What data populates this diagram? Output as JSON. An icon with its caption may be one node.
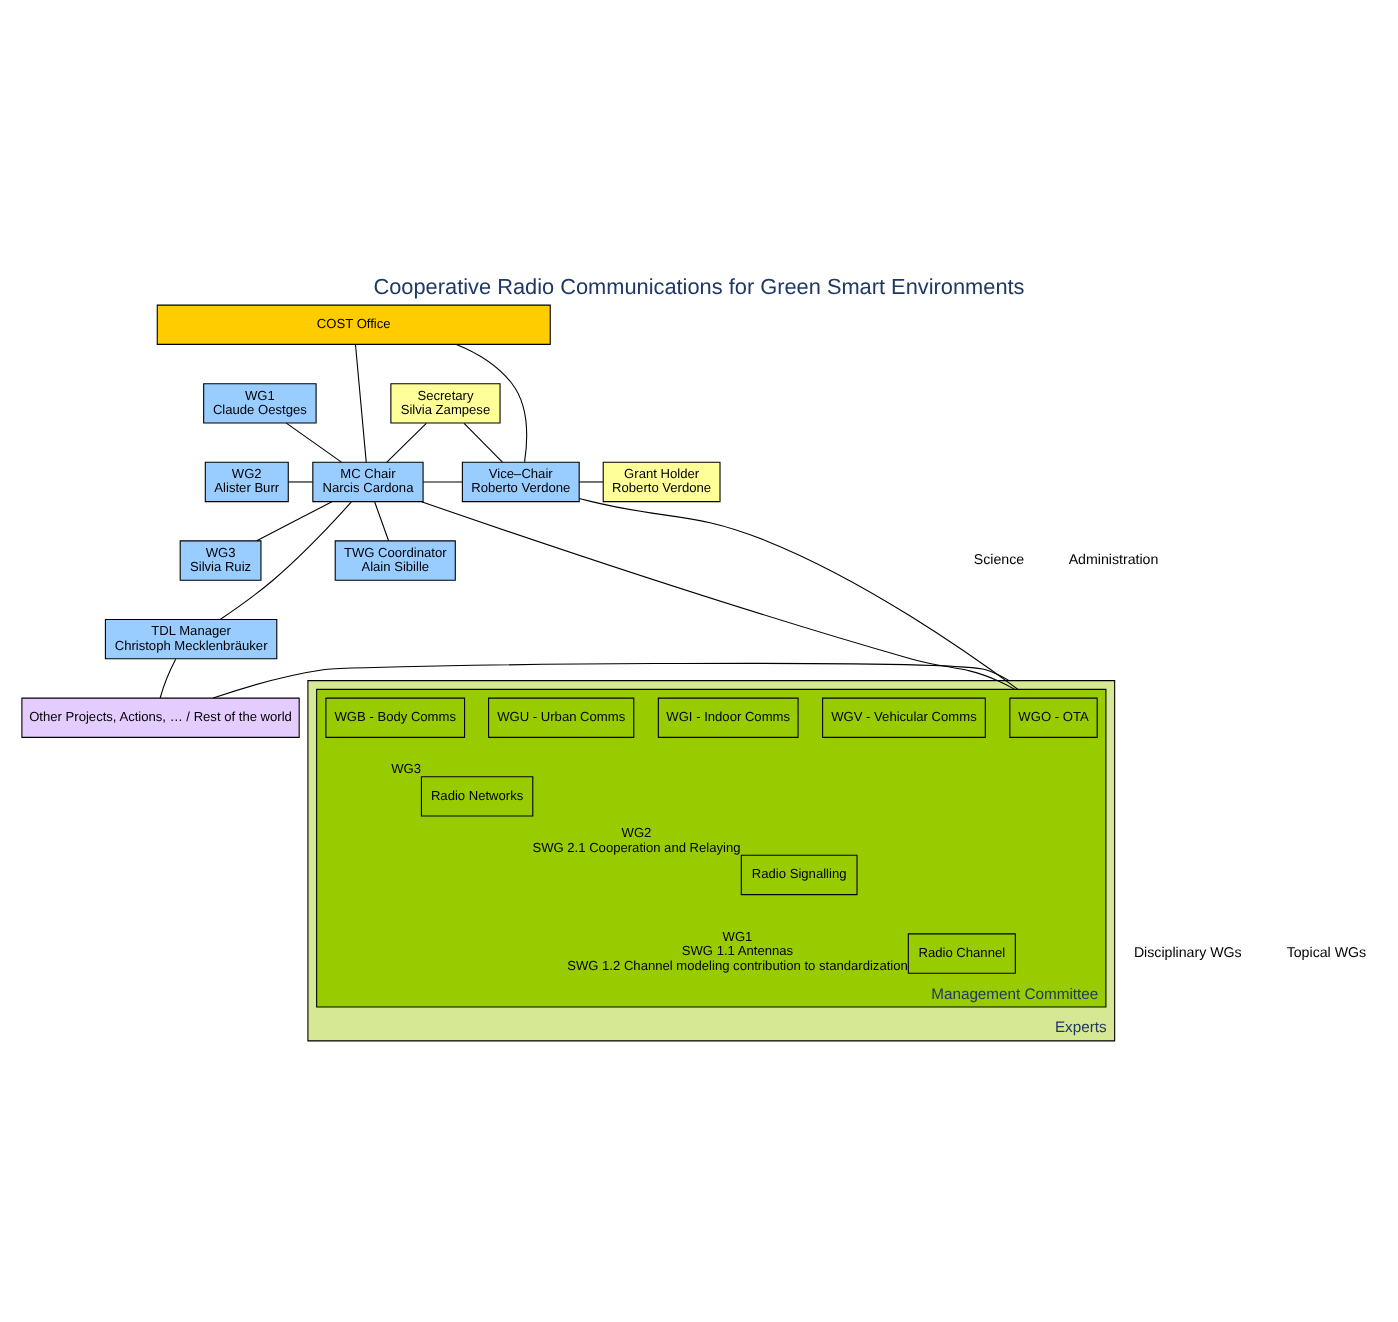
{
  "diagram": {
    "title": "Cooperative Radio Communications for Green Smart Environments",
    "nodes": [
      {
        "text": [
          "COST Office"
        ]
      },
      {
        "text": [
          "WG1",
          "Claude Oestges"
        ]
      },
      {
        "text": [
          "WG2",
          "Alister Burr"
        ]
      },
      {
        "text": [
          "WG3",
          "Silvia Ruiz"
        ]
      },
      {
        "text": [
          "TDL Manager",
          "Christoph Mecklenbräuker"
        ]
      },
      {
        "text": [
          "Secretary",
          "Silvia Zampese"
        ]
      },
      {
        "text": [
          "MC Chair",
          "Narcis Cardona"
        ]
      },
      {
        "text": [
          "Vice–Chair",
          "Roberto Verdone"
        ]
      },
      {
        "text": [
          "Grant Holder",
          "Roberto Verdone"
        ]
      },
      {
        "text": [
          "TWG Coordinator",
          "Alain Sibille"
        ]
      },
      {
        "text": [
          "Other Projects, Actions, … / Rest of the world"
        ]
      },
      {
        "text": [
          "Experts"
        ]
      },
      {
        "text": [
          "Management Committee"
        ],
        "in": 11
      },
      {
        "text": [
          "Radio Networks"
        ],
        "in": 12,
        "beside": [
          "WG3"
        ]
      },
      {
        "text": [
          "Radio Signalling"
        ],
        "in": 12,
        "beside": [
          "WG2",
          "SWG 2.1 Cooperation and Relaying"
        ]
      },
      {
        "text": [
          "Radio Channel"
        ],
        "in": 12,
        "beside": [
          "WG1",
          "SWG 1.1 Antennas",
          "SWG 1.2 Channel modeling contribution to standardization"
        ]
      },
      {
        "text": [
          "WGB - Body Comms"
        ],
        "in": 12
      },
      {
        "text": [
          "WGV - Vehicular Comms"
        ],
        "in": 12
      },
      {
        "text": [
          "WGI - Indoor Comms"
        ],
        "in": 12
      },
      {
        "text": [
          "WGU - Urban Comms"
        ],
        "in": 12
      },
      {
        "text": [
          "WGO - OTA"
        ],
        "in": 12
      }
    ],
    "edges": [
      {
        "from": 0,
        "to": 6,
        "arrow": "none"
      },
      {
        "from": 0,
        "to": 7,
        "arrow": "none"
      },
      {
        "from": 5,
        "to": 6,
        "arrow": "none"
      },
      {
        "from": 5,
        "to": 7,
        "arrow": "none"
      },
      {
        "from": 1,
        "to": 6,
        "arrow": "none"
      },
      {
        "from": 2,
        "to": 6,
        "arrow": "none"
      },
      {
        "from": 3,
        "to": 6,
        "arrow": "none"
      },
      {
        "from": 4,
        "to": 6,
        "arrow": "none"
      },
      {
        "from": 6,
        "to": 7,
        "arrow": "none"
      },
      {
        "from": 7,
        "to": 8,
        "arrow": "none"
      },
      {
        "from": 6,
        "to": 9,
        "arrow": "none"
      },
      {
        "from": 6,
        "to": 12,
        "arrow": "none"
      },
      {
        "from": 7,
        "to": 12,
        "arrow": "none"
      },
      {
        "from": 4,
        "to": 10,
        "arrow": "none"
      },
      {
        "from": 10,
        "to": 11,
        "arrow": "none"
      }
    ],
    "labels": [
      "Science",
      "Administration",
      "Disciplinary WGs",
      "Topical WGs"
    ]
  }
}
